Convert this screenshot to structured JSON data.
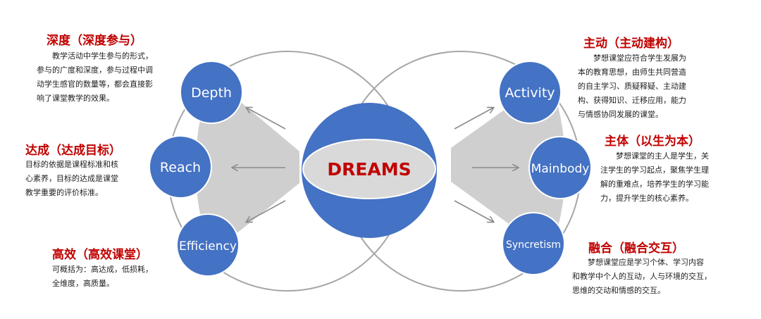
{
  "center": {
    "label": "DREAMS"
  },
  "nodes": [
    {
      "key": "depth",
      "label": "Depth"
    },
    {
      "key": "reach",
      "label": "Reach"
    },
    {
      "key": "efficiency",
      "label": "Efficiency"
    },
    {
      "key": "activity",
      "label": "Activity"
    },
    {
      "key": "mainbody",
      "label": "Mainbody"
    },
    {
      "key": "syncretism",
      "label": "Syncretism"
    }
  ],
  "blocks": {
    "depth": {
      "heading": "深度（深度参与）",
      "lines": [
        "教学活动中学生参与的形式，",
        "参与的广度和深度，参与过程中调",
        "动学生感官的数量等，都会直接影",
        "响了课堂教学的效果。"
      ]
    },
    "reach": {
      "heading": "达成（达成目标）",
      "lines": [
        "目标的依据是课程标准和核",
        "心素养，目标的达成是课堂",
        "教学重要的评价标准。"
      ]
    },
    "efficiency": {
      "heading": "高效（高效课堂）",
      "lines": [
        "可概括为：高达成，低损耗，",
        "全维度，高质量。"
      ]
    },
    "activity": {
      "heading": "主动（主动建构）",
      "lines": [
        "梦想课堂应符合学生发展为",
        "本的教育思想，由师生共同营造",
        "的自主学习、质疑释疑、主动建",
        "构、获得知识、迁移应用，能力",
        "与情感协同发展的课堂。"
      ]
    },
    "mainbody": {
      "heading": "主体（以生为本）",
      "lines": [
        "梦想课堂的主人是学生，关",
        "注学生的学习起点，聚焦学生理",
        "解的重难点，培养学生的学习能",
        "力，提升学生的核心素养。"
      ]
    },
    "syncretism": {
      "heading": "融合（融合交互）",
      "lines": [
        "梦想课堂应是学习个体、学习内容",
        "和教学中个人的互动，人与环境的交互，",
        "思维的交动和情感的交互。"
      ]
    }
  },
  "colors": {
    "node_blue": "#4472c4",
    "ring_stroke": "#a6a6a6",
    "fan_fill": "#cfcfcf",
    "oval_fill": "#d9d9d9",
    "heading_red": "#c00000",
    "arrow_grey": "#7f7f7f"
  }
}
